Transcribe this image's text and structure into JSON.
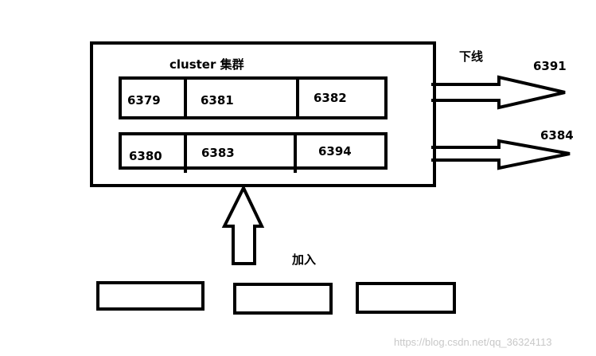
{
  "cluster": {
    "title": "cluster 集群",
    "row1": [
      "6379",
      "6381",
      "6382"
    ],
    "row2": [
      "6380",
      "6383",
      "6394"
    ]
  },
  "offline": {
    "label": "下线",
    "nodes": [
      "6391",
      "6384"
    ]
  },
  "join": {
    "label": "加入"
  },
  "watermark": "https://blog.csdn.net/qq_36324113",
  "colors": {
    "stroke": "#000000",
    "background": "#ffffff",
    "watermark": "#c8c8c8"
  }
}
